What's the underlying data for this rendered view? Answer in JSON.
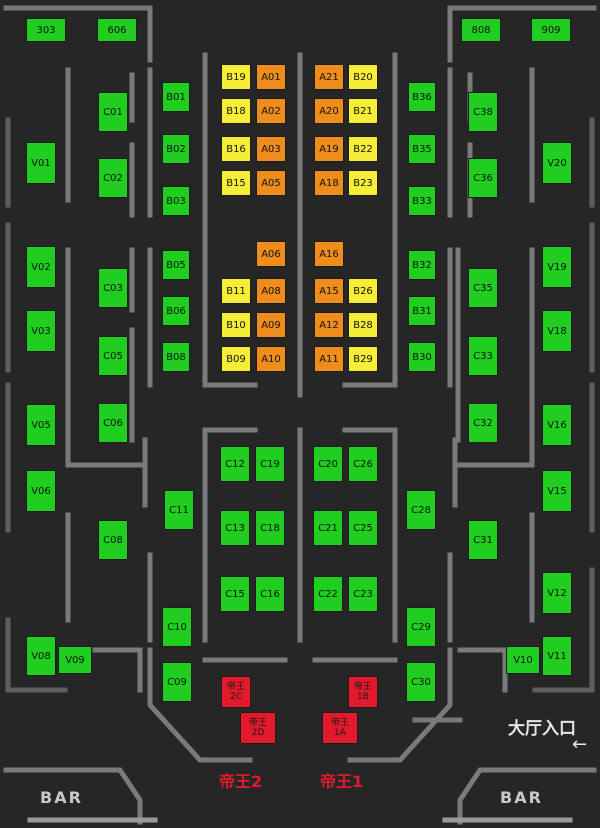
{
  "colors": {
    "background": "#262626",
    "normal": "#1fce1f",
    "premium": "#f6ee36",
    "vip": "#ee8c1c",
    "king": "#e3192c",
    "wall": "#7d7d7d"
  },
  "labels": {
    "bar_left": "BAR",
    "bar_right": "BAR",
    "king_2": "帝王2",
    "king_1": "帝王1",
    "entrance": "大厅入口",
    "entrance_arrow": "←"
  },
  "seats": {
    "s303": "303",
    "s606": "606",
    "s808": "808",
    "s909": "909",
    "B19": "B19",
    "B18": "B18",
    "B16": "B16",
    "B15": "B15",
    "A01": "A01",
    "A02": "A02",
    "A03": "A03",
    "A05": "A05",
    "A21": "A21",
    "A20": "A20",
    "A19": "A19",
    "A18": "A18",
    "B20": "B20",
    "B21": "B21",
    "B22": "B22",
    "B23": "B23",
    "A06": "A06",
    "A08": "A08",
    "A09": "A09",
    "A10": "A10",
    "A16": "A16",
    "A15": "A15",
    "A12": "A12",
    "A11": "A11",
    "B11": "B11",
    "B10": "B10",
    "B09": "B09",
    "B26": "B26",
    "B28": "B28",
    "B29": "B29",
    "B01": "B01",
    "B02": "B02",
    "B03": "B03",
    "B05": "B05",
    "B06": "B06",
    "B08": "B08",
    "B36": "B36",
    "B35": "B35",
    "B33": "B33",
    "B32": "B32",
    "B31": "B31",
    "B30": "B30",
    "C01": "C01",
    "C02": "C02",
    "C03": "C03",
    "C05": "C05",
    "C06": "C06",
    "C08": "C08",
    "C09": "C09",
    "C10": "C10",
    "C11": "C11",
    "C12": "C12",
    "C19": "C19",
    "C13": "C13",
    "C18": "C18",
    "C15": "C15",
    "C16": "C16",
    "C20": "C20",
    "C26": "C26",
    "C21": "C21",
    "C25": "C25",
    "C22": "C22",
    "C23": "C23",
    "C28": "C28",
    "C29": "C29",
    "C30": "C30",
    "C31": "C31",
    "C32": "C32",
    "C33": "C33",
    "C35": "C35",
    "C36": "C36",
    "C38": "C38",
    "V01": "V01",
    "V02": "V02",
    "V03": "V03",
    "V05": "V05",
    "V06": "V06",
    "V08": "V08",
    "V09": "V09",
    "V10": "V10",
    "V11": "V11",
    "V12": "V12",
    "V15": "V15",
    "V16": "V16",
    "V18": "V18",
    "V19": "V19",
    "V20": "V20",
    "K2C_name": "帝王",
    "K2C_code": "2C",
    "K2D_name": "帝王",
    "K2D_code": "2D",
    "K1B_name": "帝王",
    "K1B_code": "1B",
    "K1A_name": "帝王",
    "K1A_code": "1A"
  }
}
